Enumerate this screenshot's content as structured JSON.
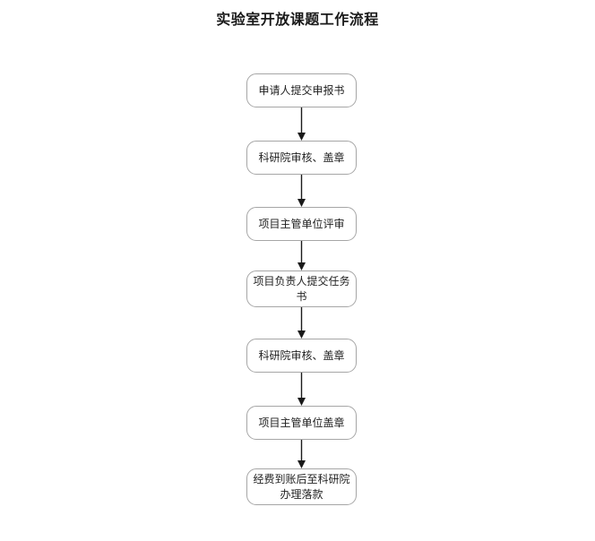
{
  "page": {
    "title": "实验室开放课题工作流程",
    "background_color": "#ffffff",
    "node_border_color": "#a6a6a6",
    "text_color": "#1f1f1f",
    "arrow_color": "#1a1a1a"
  },
  "chart_data": {
    "type": "diagram",
    "diagram_kind": "flowchart",
    "title": "实验室开放课题工作流程",
    "orientation": "top-to-bottom",
    "node_shape": "rounded-rectangle",
    "nodes": [
      {
        "id": "n1",
        "label": "申请人提交申报书",
        "lines": [
          "申请人提交申报书"
        ]
      },
      {
        "id": "n2",
        "label": "科研院审核、盖章",
        "lines": [
          "科研院审核、盖章"
        ]
      },
      {
        "id": "n3",
        "label": "项目主管单位评审",
        "lines": [
          "项目主管单位评审"
        ]
      },
      {
        "id": "n4",
        "label": "项目负责人提交任务书",
        "lines": [
          "项目负责人提交任务",
          "书"
        ]
      },
      {
        "id": "n5",
        "label": "科研院审核、盖章",
        "lines": [
          "科研院审核、盖章"
        ]
      },
      {
        "id": "n6",
        "label": "项目主管单位盖章",
        "lines": [
          "项目主管单位盖章"
        ]
      },
      {
        "id": "n7",
        "label": "经费到账后至科研院办理落款",
        "lines": [
          "经费到账后至科研院",
          "办理落款"
        ]
      }
    ],
    "edges": [
      {
        "from": "n1",
        "to": "n2",
        "style": "solid-arrow-down"
      },
      {
        "from": "n2",
        "to": "n3",
        "style": "solid-arrow-down"
      },
      {
        "from": "n3",
        "to": "n4",
        "style": "solid-arrow-down"
      },
      {
        "from": "n4",
        "to": "n5",
        "style": "solid-arrow-down"
      },
      {
        "from": "n5",
        "to": "n6",
        "style": "solid-arrow-down"
      },
      {
        "from": "n6",
        "to": "n7",
        "style": "solid-arrow-down"
      }
    ]
  }
}
